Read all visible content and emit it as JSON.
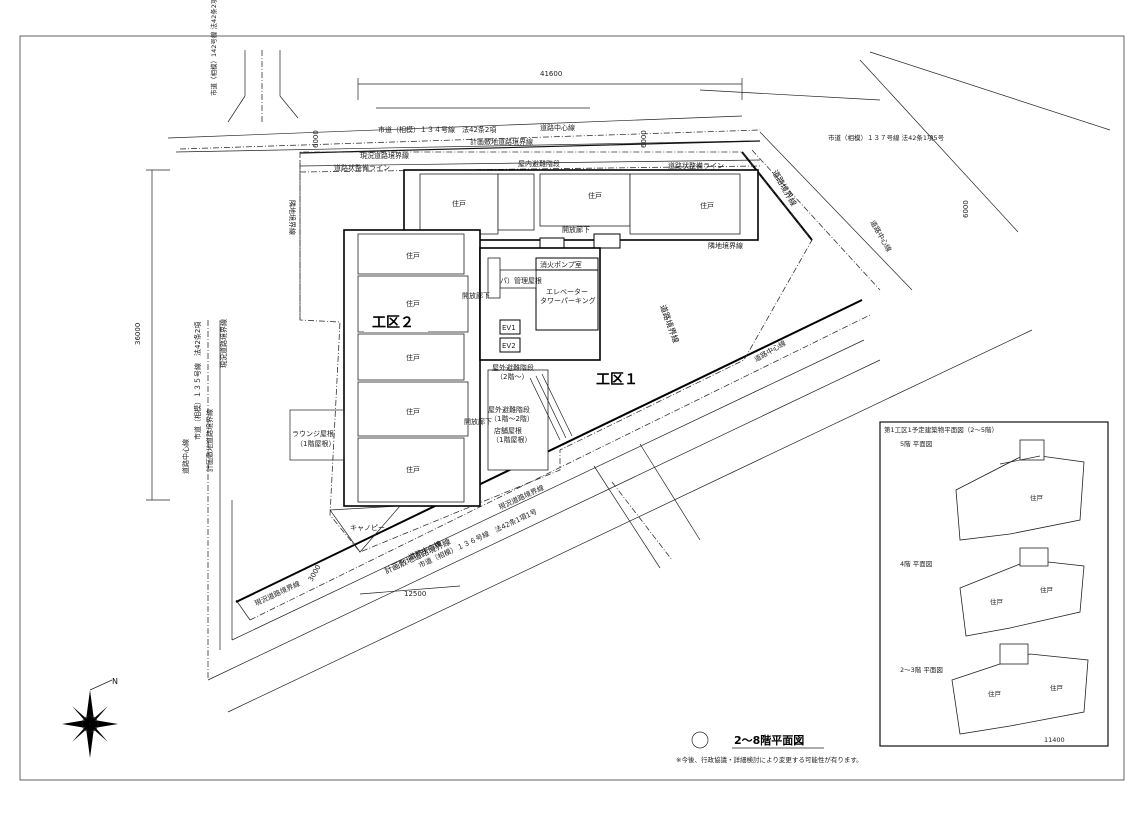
{
  "plan": {
    "title": "2〜8階平面図",
    "note": "※今後、行政協議・詳細検討により変更する可能性が有ります。",
    "zones": {
      "zone1": "工区１",
      "zone2": "工区２"
    },
    "north": "N",
    "dims": {
      "top_width": "41600",
      "bottom_width": "12500",
      "left_height": "36000",
      "top_setback_left": "6000",
      "top_setback_right": "6000",
      "right_setback": "6000",
      "bottom_setback": "3000"
    },
    "roads": {
      "top_road": "市道（相模）１３４号線　法42条2項",
      "top_center": "道路中心線",
      "top_planned": "計画敷地道路境界線",
      "top_current": "現況道路境界線",
      "top_wall_left": "道路状整備ライン",
      "top_wall_right": "道路状整備ライン",
      "left_road": "市道（相模）１３５号線　法42条2項",
      "left_center": "道路中心線",
      "left_planned": "計画敷地道路境界線",
      "left_current": "現況道路境界線",
      "bottom_road": "市道（相模）１３６号線　法42条1項1号",
      "bottom_center": "道路中心線",
      "bottom_planned": "計画敷地道路境界線",
      "bottom_current": "現況道路境界線",
      "right_center": "道路中心線",
      "right_boundary": "隣地境界線",
      "right_road_boundary": "道路境界線",
      "left_boundary": "隣地境界線",
      "top_left_label": "市道（相模）142号線 法42条2項",
      "right_road_note": "市道（相模）１３７号線 法42条1項5号"
    },
    "rooms": {
      "unit": "住戸",
      "indoor_stair": "屋内避難階段",
      "open_corridor": "開放廊下",
      "fire_pump": "消火ポンプ室",
      "elevator_parking": "エレベーター\nタワーパーキング",
      "elevator_parking_l1": "エレベーター",
      "elevator_parking_l2": "タワーパーキング",
      "parking_control": "パ）管理屋根",
      "ev1": "EV1",
      "ev2": "EV2",
      "outdoor_stair_2": "屋外避難階段\n（2階〜）",
      "outdoor_stair_2_l1": "屋外避難階段",
      "outdoor_stair_2_l2": "（2階〜）",
      "outdoor_stair_12_l1": "屋外避難階段",
      "outdoor_stair_12_l2": "（1階〜2階）",
      "shop_roof_l1": "店舗屋根",
      "shop_roof_l2": "（1階屋根）",
      "lounge_roof_l1": "ラウンジ屋根",
      "lounge_roof_l2": "（1階屋根）",
      "canopy": "キャノピー",
      "open_corridor_2": "開放廊下",
      "open_corridor_3": "開放廊下"
    },
    "inset": {
      "title": "第1工区1予定建築物平面図（2〜5階）",
      "floor5": "5階 平面図",
      "floor4": "4階 平面図",
      "floor23": "2〜3階 平面図",
      "unit": "住戸",
      "dim": "11400"
    }
  }
}
